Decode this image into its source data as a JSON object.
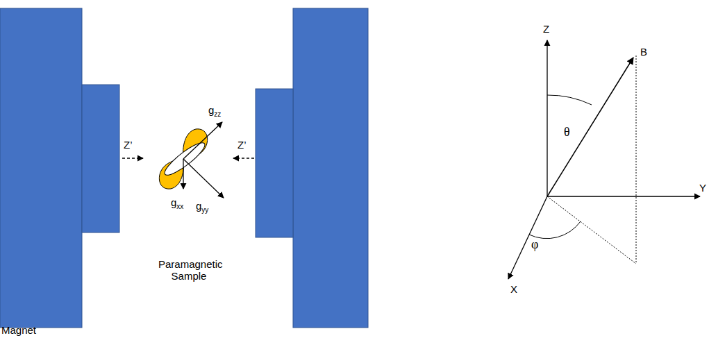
{
  "diagram": {
    "labels": [
      "Z’",
      "gzz",
      "Z’",
      "gyy",
      "gxx",
      "Paramagnetic Sample",
      "Magnet",
      "Z",
      "B",
      "θ",
      "φ",
      "X",
      "Y"
    ]
  }
}
